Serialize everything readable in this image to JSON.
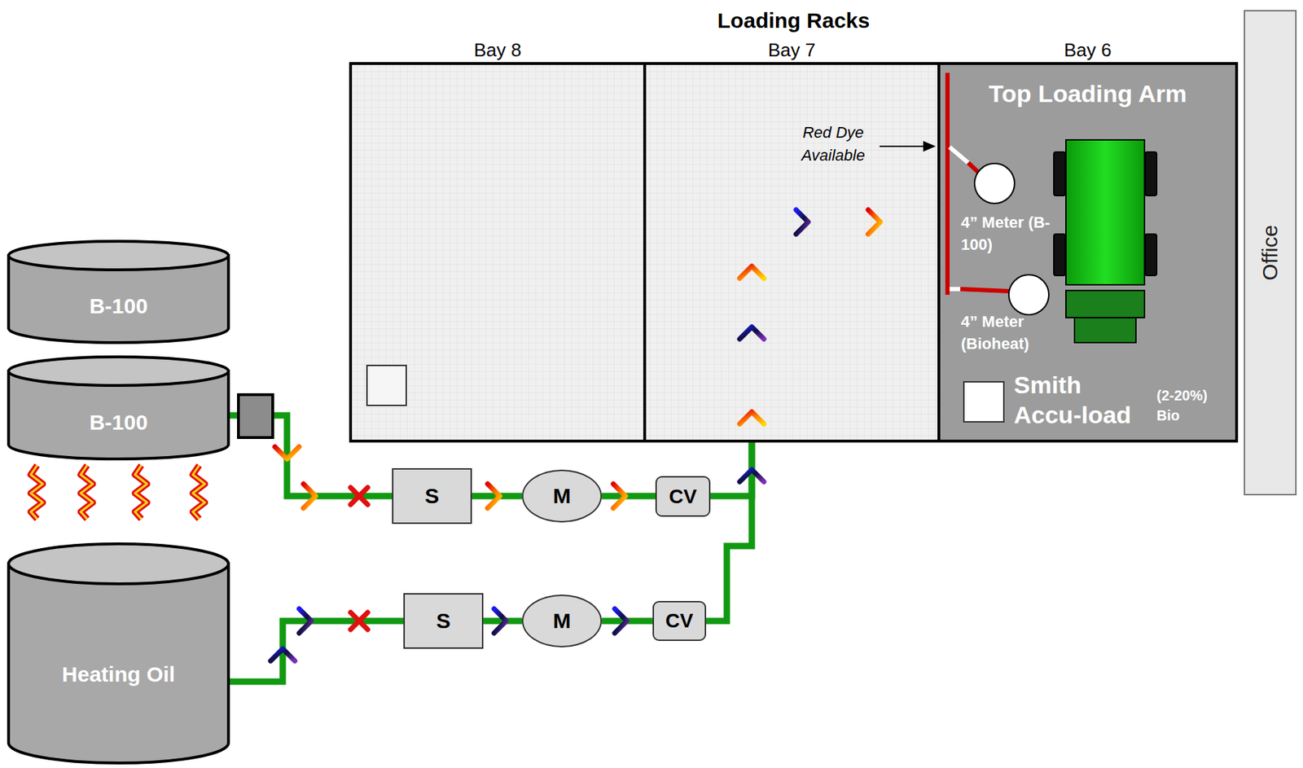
{
  "diagram": {
    "nodes": [
      {
        "text": [
          "B-100"
        ]
      },
      {
        "text": [
          "B-100"
        ]
      },
      {
        "text": [
          "Heating Oil"
        ]
      },
      {
        "text": [
          "S"
        ]
      },
      {
        "text": [
          "M"
        ]
      },
      {
        "text": [
          "CV"
        ]
      },
      {
        "text": [
          "S"
        ]
      },
      {
        "text": [
          "M"
        ]
      },
      {
        "text": [
          "CV"
        ]
      },
      {
        "text": [
          "Loading Racks"
        ]
      },
      {
        "text": [
          "Bay 8"
        ],
        "in": 9
      },
      {
        "text": [
          "Bay 7"
        ],
        "in": 9
      },
      {
        "text": [
          "Bay 6",
          "Top Loading Arm"
        ],
        "in": 9
      },
      {
        "text": [
          "Office"
        ]
      }
    ],
    "edges": [
      {
        "from": 1,
        "to": 3,
        "arrow": "none"
      },
      {
        "from": 3,
        "to": 4,
        "arrow": "none"
      },
      {
        "from": 4,
        "to": 5,
        "arrow": "none"
      },
      {
        "from": 5,
        "to": 12,
        "arrow": "to"
      },
      {
        "from": 2,
        "to": 6,
        "arrow": "none"
      },
      {
        "from": 6,
        "to": 7,
        "arrow": "none"
      },
      {
        "from": 7,
        "to": 8,
        "arrow": "none"
      },
      {
        "from": 8,
        "to": 12,
        "arrow": "to"
      }
    ],
    "labels": [
      "Red Dye Available",
      "4” Meter (B-100)",
      "4” Meter (Bioheat)",
      "Smith Accu-load",
      "(2-20%) Bio"
    ]
  }
}
